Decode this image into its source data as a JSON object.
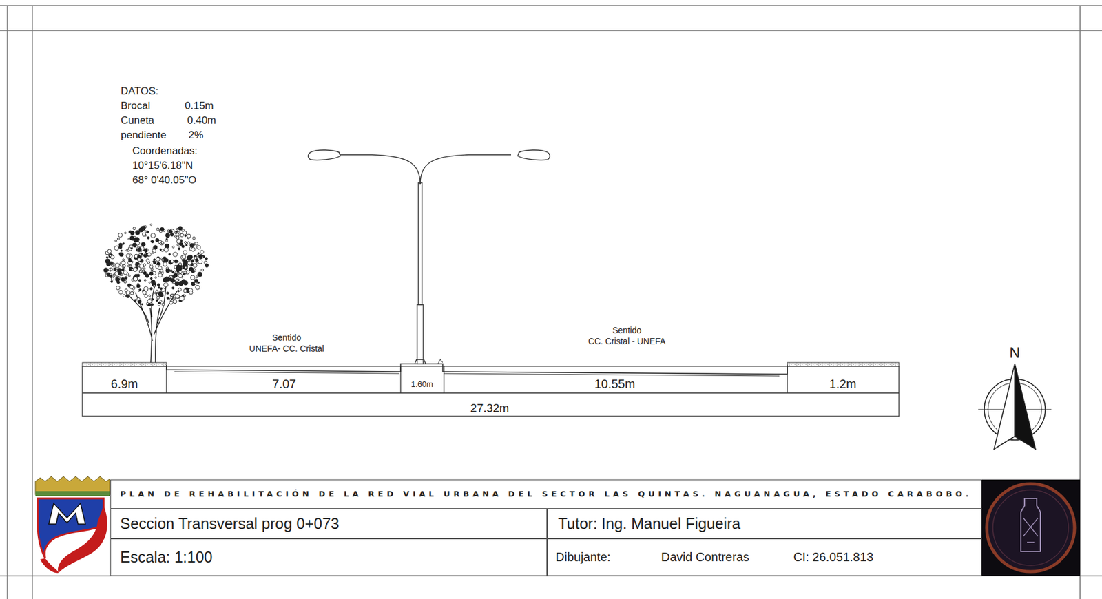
{
  "diagram": {
    "nodes": [
      {
        "text": [
          "PLAN DE REHABILITACIÓN DE LA RED VIAL URBANA DEL SECTOR LAS QUINTAS. NAGUANAGUA, ESTADO CARABOBO."
        ]
      },
      {
        "text": [
          "Seccion Transversal prog 0+073"
        ]
      },
      {
        "text": [
          "Tutor: Ing. Manuel Figueira"
        ]
      },
      {
        "text": [
          "Escala: 1:100"
        ]
      },
      {
        "text": [
          "Dibujante:",
          "David Contreras",
          "CI: 26.051.813"
        ]
      }
    ],
    "edges": [],
    "labels": [
      "DATOS:",
      "Brocal",
      "0.15m",
      "Cuneta",
      "0.40m",
      "pendiente",
      "2%",
      "Coordenadas:",
      "10°15'6.18\"N",
      "68° 0'40.05\"O",
      "Sentido",
      "UNEFA- CC. Cristal",
      "Sentido",
      "CC. Cristal - UNEFA",
      "6.9m",
      "7.07",
      "1.60m",
      "10.55m",
      "1.2m",
      "27.32m",
      "N"
    ]
  }
}
